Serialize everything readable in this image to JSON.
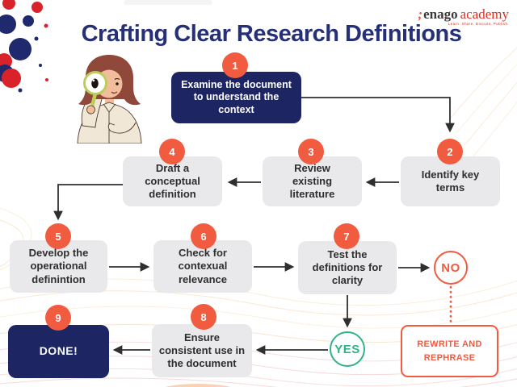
{
  "header": {
    "title": "Crafting Clear Research Definitions",
    "logo": {
      "symbol": ";",
      "brand": "enago",
      "suffix": "academy",
      "tagline": "Learn. Share. Discuss. Publish."
    }
  },
  "colors": {
    "navy": "#1e2563",
    "title_navy": "#253077",
    "accent_orange": "#f15b40",
    "gray_box": "#e9e9eb",
    "green": "#30b287",
    "arrow": "#2f2f2f"
  },
  "steps": [
    {
      "num": "1",
      "label": "Examine the document to understand the context",
      "style": "navy"
    },
    {
      "num": "2",
      "label": "Identify key terms",
      "style": "gray"
    },
    {
      "num": "3",
      "label": "Review existing literature",
      "style": "gray"
    },
    {
      "num": "4",
      "label": "Draft a conceptual definition",
      "style": "gray"
    },
    {
      "num": "5",
      "label": "Develop the operational definintion",
      "style": "gray"
    },
    {
      "num": "6",
      "label": "Check for contexual relevance",
      "style": "gray"
    },
    {
      "num": "7",
      "label": "Test the definitions for clarity",
      "style": "gray"
    },
    {
      "num": "8",
      "label": "Ensure consistent use in the document",
      "style": "gray"
    },
    {
      "num": "9",
      "label": "DONE!",
      "style": "navy"
    }
  ],
  "decisions": {
    "no": "NO",
    "yes": "YES",
    "rewrite": "REWRITE AND REPHRASE"
  }
}
